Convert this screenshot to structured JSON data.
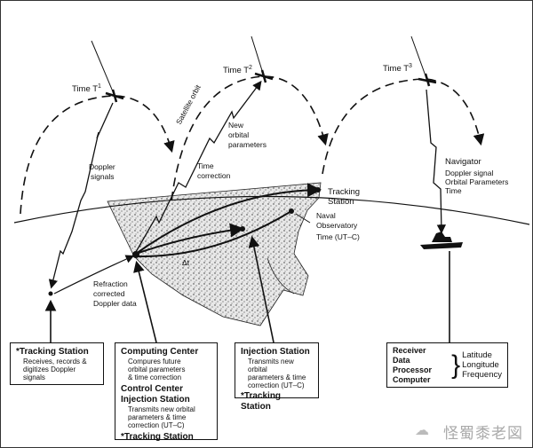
{
  "satellites": [
    {
      "label": "Time T",
      "sup": "1"
    },
    {
      "label": "Time T",
      "sup": "2"
    },
    {
      "label": "Time T",
      "sup": "3"
    }
  ],
  "labels": {
    "satellite_orbit": "Satellite orbit",
    "doppler_signals": [
      "Doppler",
      "signals"
    ],
    "new_orbital_parameters": [
      "New",
      "orbital",
      "parameters"
    ],
    "time_correction": [
      "Time",
      "correction"
    ],
    "tracking_station": [
      "Tracking",
      "Station"
    ],
    "naval_observatory": [
      "Naval",
      "Observatory",
      "Time (UT–C)"
    ],
    "navigator": "Navigator",
    "navigator_items": [
      "Doppler signal",
      "Orbital Parameters",
      "Time"
    ],
    "refraction": [
      "Refraction",
      "corrected",
      "Doppler data"
    ],
    "delta_t": "Δt"
  },
  "boxes": {
    "tracking_station": {
      "title": "Tracking Station",
      "desc": [
        "Receives, records &",
        "digitizes Doppler",
        "signals"
      ]
    },
    "computing_center": {
      "title": "Computing Center",
      "desc": [
        "Compures future",
        "orbital parameters",
        "& time correction"
      ],
      "control": "Control Center",
      "injection": "Injection Station",
      "injection_desc": [
        "Transmits new orbital",
        "parameters & time",
        "correction (UT–C)"
      ],
      "tracking": "Tracking Station"
    },
    "injection_station": {
      "title": "Injection Station",
      "desc": [
        "Transmits new orbital",
        "parameters & time",
        "correction (UT–C)"
      ],
      "tracking": "Tracking Station"
    },
    "receiver": {
      "left": [
        "Receiver",
        "Data Processor",
        "Computer"
      ],
      "right": [
        "Latitude",
        "Longitude",
        "Frequency"
      ]
    }
  },
  "watermark": "怪蜀黍老図曾"
}
